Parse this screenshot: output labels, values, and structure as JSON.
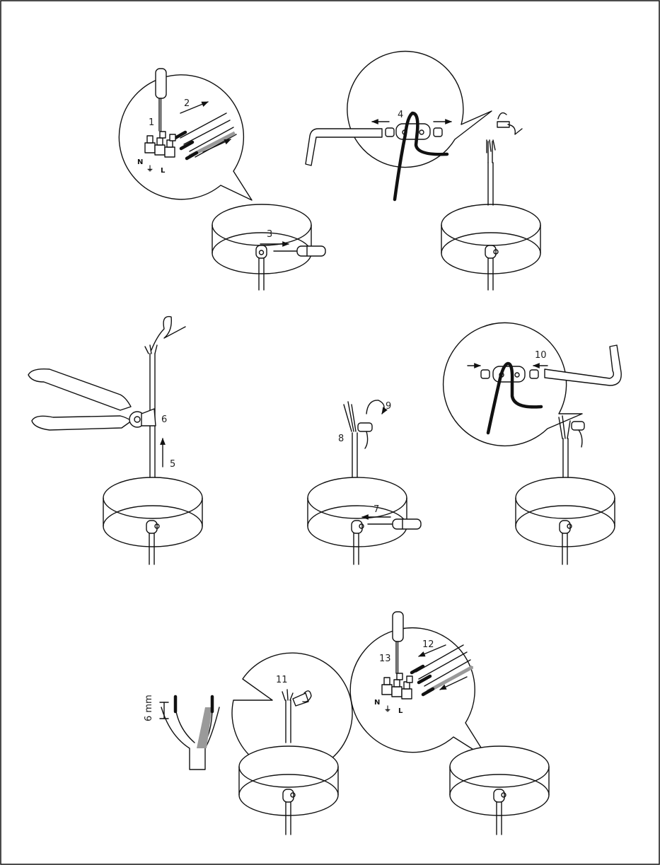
{
  "colors": {
    "line": "#111111",
    "background": "#ffffff",
    "gray_wire": "#9a9a9a"
  },
  "steps": {
    "s1": "1",
    "s2": "2",
    "s3": "3",
    "s4": "4",
    "s5": "5",
    "s6": "6",
    "s7": "7",
    "s8": "8",
    "s9": "9",
    "s10": "10",
    "s11": "11",
    "s12": "12",
    "s13": "13"
  },
  "terminals": {
    "neutral": "N",
    "live": "L",
    "earth_symbol": "⏚"
  },
  "measurements": {
    "strip_length": "6 mm"
  },
  "icons": [
    "screwdriver-icon",
    "hex-key-icon",
    "pliers-icon",
    "terminal-block-icon",
    "ceiling-canopy-icon",
    "cable-grip-icon"
  ]
}
